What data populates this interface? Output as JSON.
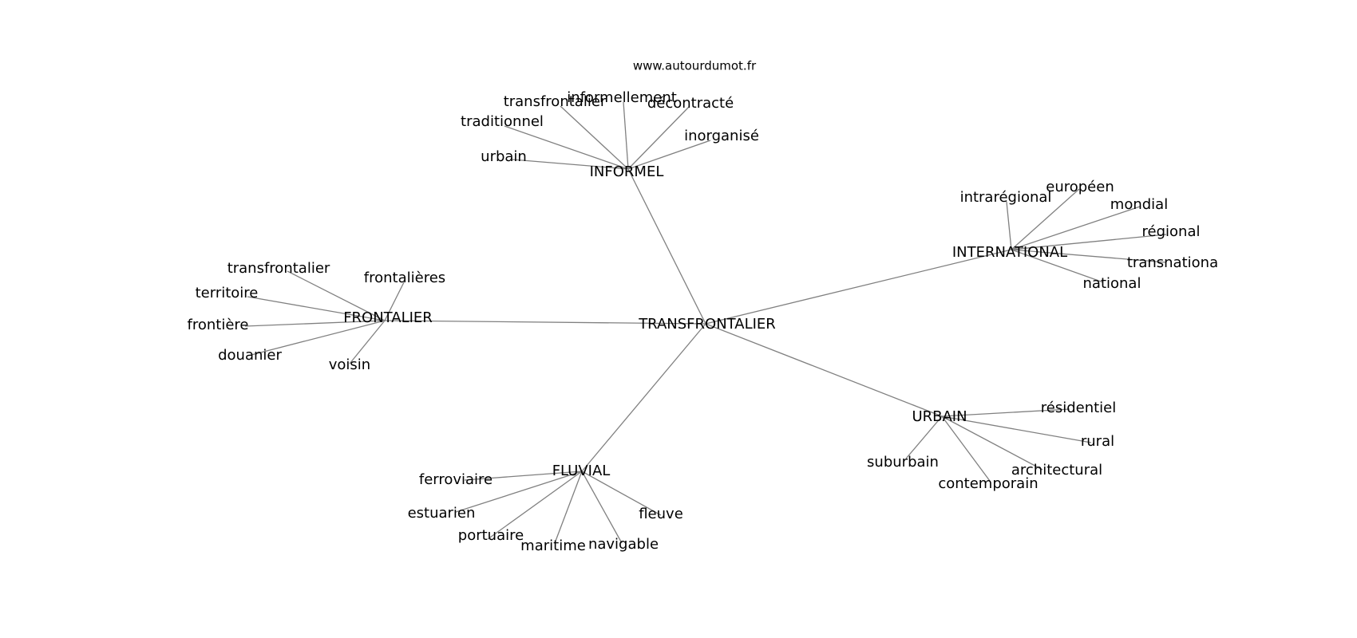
{
  "watermark": "www.autourdumot.fr",
  "center": {
    "id": "TRANSFRONTALIER",
    "label": "TRANSFRONTALIER"
  },
  "groups": [
    {
      "id": "INFORMEL",
      "label": "INFORMEL",
      "words": [
        "transfrontalier",
        "informellement",
        "décontracté",
        "traditionnel",
        "inorganisé",
        "urbain"
      ]
    },
    {
      "id": "INTERNATIONAL",
      "label": "INTERNATIONAL",
      "words": [
        "intrarégional",
        "européen",
        "mondial",
        "régional",
        "transnationa",
        "national"
      ]
    },
    {
      "id": "FRONTALIER",
      "label": "FRONTALIER",
      "words": [
        "transfrontalier",
        "frontalières",
        "territoire",
        "frontière",
        "douanier",
        "voisin"
      ]
    },
    {
      "id": "URBAIN",
      "label": "URBAIN",
      "words": [
        "résidentiel",
        "rural",
        "suburbain",
        "architectural",
        "contemporain"
      ]
    },
    {
      "id": "FLUVIAL",
      "label": "FLUVIAL",
      "words": [
        "ferroviaire",
        "estuarien",
        "portuaire",
        "maritime",
        "navigable",
        "fleuve"
      ]
    }
  ]
}
